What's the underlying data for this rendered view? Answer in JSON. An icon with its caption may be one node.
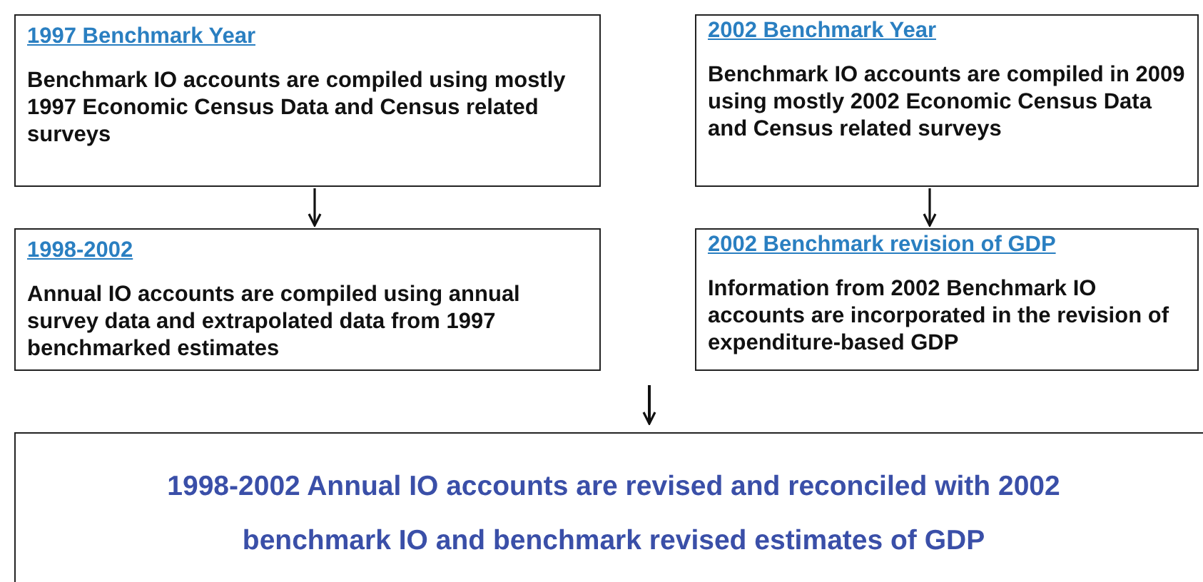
{
  "diagram": {
    "nodes": [
      {
        "text": [
          "1997 Benchmark Year",
          "Benchmark IO accounts are compiled using mostly 1997 Economic Census Data and Census related surveys"
        ]
      },
      {
        "text": [
          "1998-2002",
          "Annual IO accounts are compiled using annual survey data and extrapolated data from 1997 benchmarked estimates"
        ]
      },
      {
        "text": [
          "2002 Benchmark Year",
          "Benchmark IO accounts are compiled in 2009 using mostly 2002 Economic Census Data and Census related surveys"
        ]
      },
      {
        "text": [
          "2002 Benchmark revision of GDP",
          "Information from 2002 Benchmark IO accounts are incorporated in the revision of expenditure-based GDP"
        ]
      },
      {
        "text": [
          "1998-2002 Annual IO accounts are revised and reconciled with 2002 benchmark IO and benchmark revised estimates of GDP"
        ]
      }
    ],
    "edges": [
      {
        "from": 0,
        "to": 1,
        "arrow": "to"
      },
      {
        "from": 2,
        "to": 3,
        "arrow": "to"
      },
      {
        "from": null,
        "to": 4,
        "arrow": "to"
      }
    ]
  }
}
